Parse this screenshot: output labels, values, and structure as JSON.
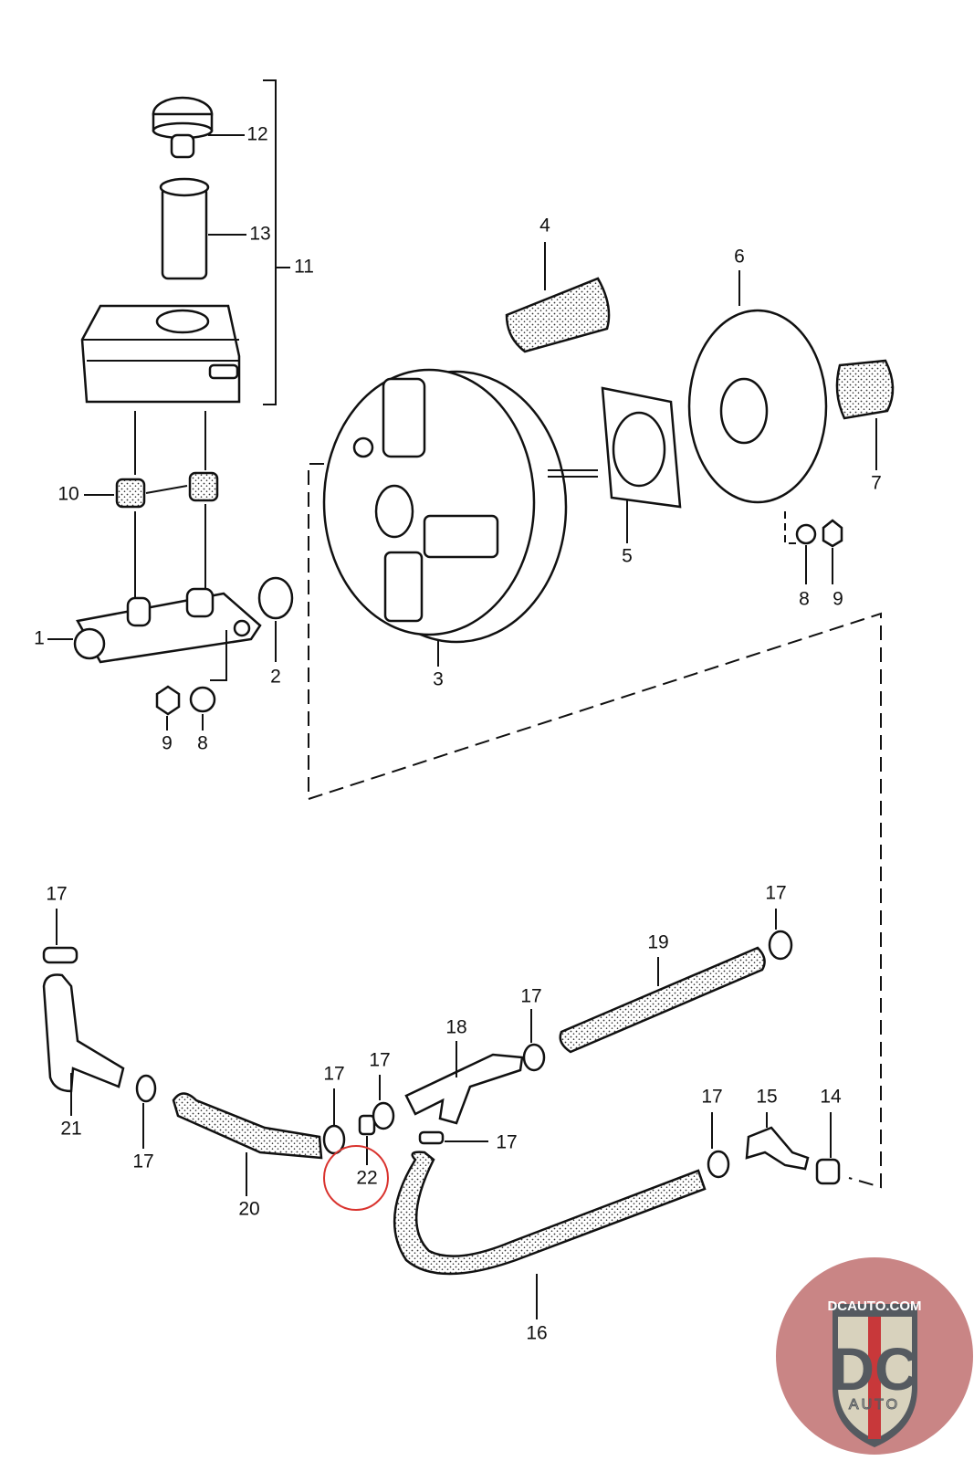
{
  "diagram": {
    "callouts": {
      "c1": "1",
      "c2": "2",
      "c3": "3",
      "c4": "4",
      "c5": "5",
      "c6": "6",
      "c7": "7",
      "c8a": "8",
      "c9a": "9",
      "c8b": "8",
      "c9b": "9",
      "c10": "10",
      "c11": "11",
      "c12": "12",
      "c13": "13",
      "c14": "14",
      "c15": "15",
      "c16": "16",
      "c17a": "17",
      "c17b": "17",
      "c17c": "17",
      "c17d": "17",
      "c17e": "17",
      "c17f": "17",
      "c17g": "17",
      "c17h": "17",
      "c18": "18",
      "c19": "19",
      "c20": "20",
      "c21": "21",
      "c22": "22"
    },
    "highlight_color": "#d9332e",
    "highlighted_part": "22"
  },
  "logo": {
    "top_text": "DCAUTO.COM",
    "main_text": "DC",
    "bottom_text": "AUTO",
    "colors": {
      "circle": "#c98585",
      "shield": "#d8d2bd",
      "dark": "#555a60",
      "red": "#c8383a"
    }
  }
}
